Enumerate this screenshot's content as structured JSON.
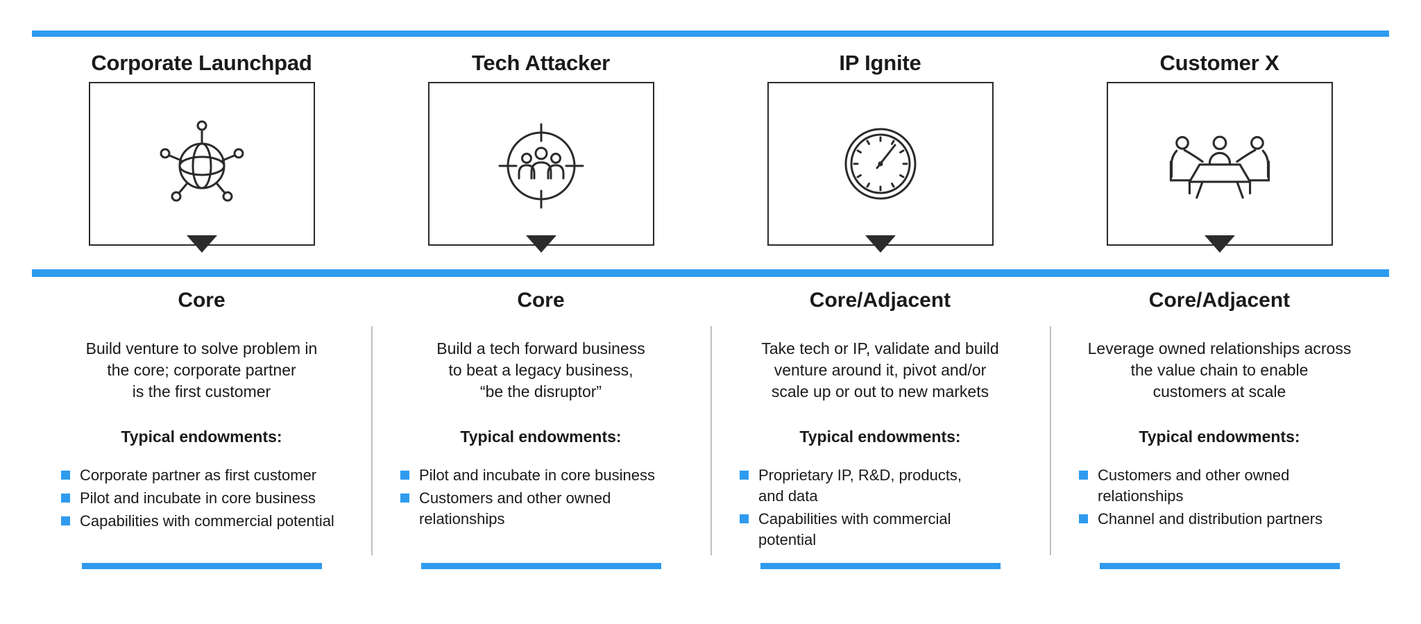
{
  "colors": {
    "accent": "#2E9BEF",
    "ink": "#1a1a1a",
    "divider": "#bfbfbf"
  },
  "columns": [
    {
      "title": "Corporate Launchpad",
      "icon": "globe-network-icon",
      "category": "Core",
      "description": "Build venture to solve problem in\nthe core; corporate partner\nis the first customer",
      "endowments_label": "Typical endowments:",
      "bullets": [
        "Corporate partner as first customer",
        "Pilot and incubate in core business",
        "Capabilities with commercial potential"
      ]
    },
    {
      "title": "Tech Attacker",
      "icon": "target-people-icon",
      "category": "Core",
      "description": "Build a tech forward business\nto beat a legacy business,\n“be the disruptor”",
      "endowments_label": "Typical endowments:",
      "bullets": [
        "Pilot and incubate in core business",
        "Customers and other owned\nrelationships"
      ]
    },
    {
      "title": "IP Ignite",
      "icon": "clock-icon",
      "category": "Core/Adjacent",
      "description": "Take tech or IP, validate and build\nventure around it, pivot and/or\nscale up or out to new markets",
      "endowments_label": "Typical endowments:",
      "bullets": [
        "Proprietary IP, R&D, products,\nand data",
        "Capabilities with commercial\npotential"
      ]
    },
    {
      "title": "Customer X",
      "icon": "meeting-table-icon",
      "category": "Core/Adjacent",
      "description": "Leverage owned relationships across\nthe value chain to enable\ncustomers at scale",
      "endowments_label": "Typical endowments:",
      "bullets": [
        "Customers and other owned\nrelationships",
        "Channel and distribution partners"
      ]
    }
  ]
}
